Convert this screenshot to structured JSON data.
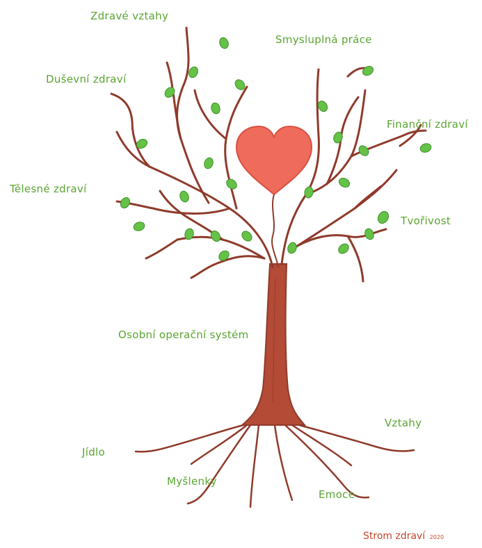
{
  "labels": {
    "healthy_relationships": "Zdravé vztahy",
    "meaningful_work": "Smysluplná práce",
    "mental_health": "Duševní zdraví",
    "financial_health": "Finanční zdraví",
    "physical_health": "Tělesné zdraví",
    "creativity": "Tvořivost",
    "operating_system": "Osobní operační systém",
    "relationships": "Vztahy",
    "food": "Jídlo",
    "thoughts": "Myšlenky",
    "emotions": "Emoce"
  },
  "signature": {
    "title": "Strom zdraví",
    "year": "2020"
  },
  "colors": {
    "label_green": "#5aa531",
    "trunk_brown": "#9e3f2f",
    "branch_brown": "#8f3a2a",
    "heart_red": "#ef6b5c",
    "leaf_green": "#64c247"
  }
}
